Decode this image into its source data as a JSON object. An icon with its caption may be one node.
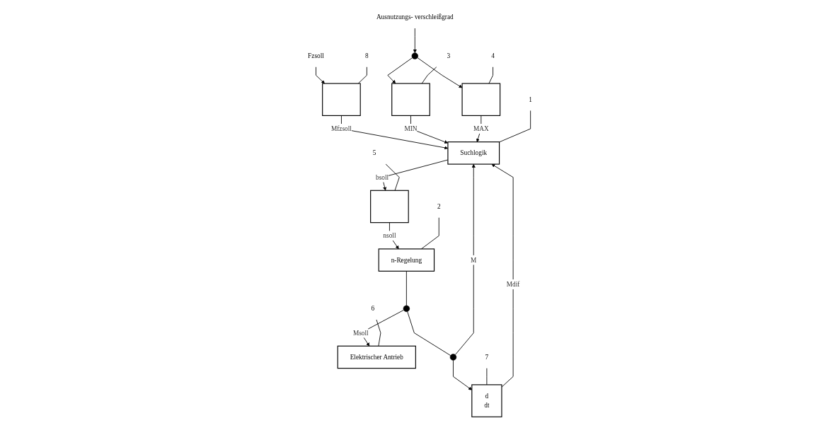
{
  "diagram": {
    "nodes": [
      {
        "text": [
          "Fzsoll"
        ]
      },
      {
        "text": [],
        "shape": "box"
      },
      {
        "text": [
          "8"
        ]
      },
      {
        "text": [
          "Ausnutzungs- verschleißgrad"
        ]
      },
      {
        "text": [],
        "shape": "circle"
      },
      {
        "text": [],
        "shape": "box"
      },
      {
        "text": [
          "3"
        ]
      },
      {
        "text": [],
        "shape": "box"
      },
      {
        "text": [
          "4"
        ]
      },
      {
        "text": [
          "Suchlogik"
        ]
      },
      {
        "text": [
          "1"
        ]
      },
      {
        "text": [],
        "shape": "box"
      },
      {
        "text": [
          "5"
        ]
      },
      {
        "text": [
          "n-Regelung"
        ]
      },
      {
        "text": [
          "2"
        ]
      },
      {
        "text": [
          "Elektrischer Antrieb"
        ]
      },
      {
        "text": [
          "6"
        ]
      },
      {
        "text": [],
        "shape": "circle"
      },
      {
        "text": [],
        "shape": "circle"
      },
      {
        "text": [
          "d",
          "dt"
        ]
      },
      {
        "text": [
          "7"
        ]
      }
    ],
    "edges": [
      {
        "from": 0,
        "to": 1,
        "arrow": "to"
      },
      {
        "from": 2,
        "to": 1,
        "arrow": "none"
      },
      {
        "from": 3,
        "to": 4,
        "arrow": "to"
      },
      {
        "from": 4,
        "to": 5,
        "arrow": "to"
      },
      {
        "from": 4,
        "to": 7,
        "arrow": "to"
      },
      {
        "from": 6,
        "to": 5,
        "arrow": "none"
      },
      {
        "from": 8,
        "to": 7,
        "arrow": "none"
      },
      {
        "from": 1,
        "to": 9,
        "arrow": "to",
        "label": "Mfzsoll"
      },
      {
        "from": 5,
        "to": 9,
        "arrow": "to",
        "label": "MIN"
      },
      {
        "from": 7,
        "to": 9,
        "arrow": "to",
        "label": "MAX"
      },
      {
        "from": 10,
        "to": 9,
        "arrow": "none"
      },
      {
        "from": 9,
        "to": 11,
        "arrow": "to",
        "label": "bsoll"
      },
      {
        "from": 12,
        "to": 11,
        "arrow": "none"
      },
      {
        "from": 11,
        "to": 13,
        "arrow": "to",
        "label": "nsoll"
      },
      {
        "from": 14,
        "to": 13,
        "arrow": "none"
      },
      {
        "from": 13,
        "to": 17,
        "arrow": "none"
      },
      {
        "from": 17,
        "to": 15,
        "arrow": "to",
        "label": "Msoll"
      },
      {
        "from": 16,
        "to": 15,
        "arrow": "none"
      },
      {
        "from": 17,
        "to": 18,
        "arrow": "none"
      },
      {
        "from": 18,
        "to": 9,
        "arrow": "to",
        "label": "M"
      },
      {
        "from": 18,
        "to": 19,
        "arrow": "to"
      },
      {
        "from": 19,
        "to": 9,
        "arrow": "to",
        "label": "Mdif"
      },
      {
        "from": 20,
        "to": 19,
        "arrow": "none"
      }
    ]
  }
}
